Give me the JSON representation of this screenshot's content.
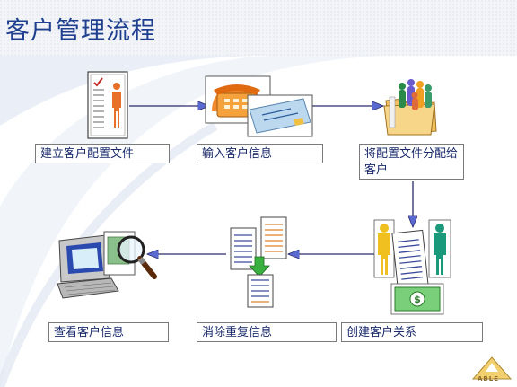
{
  "title": "客户管理流程",
  "steps": [
    {
      "label": "建立客户配置文件",
      "icon": "profile-document-icon"
    },
    {
      "label": "输入客户信息",
      "icon": "phone-and-card-icon"
    },
    {
      "label": "将配置文件分配给客户",
      "icon": "folder-people-icon"
    },
    {
      "label": "创建客户关系",
      "icon": "people-money-icon"
    },
    {
      "label": "消除重复信息",
      "icon": "duplicate-documents-icon"
    },
    {
      "label": "查看客户信息",
      "icon": "computer-magnifier-icon"
    }
  ],
  "logo_text": "ABLE",
  "colors": {
    "title": "#1f3f8f",
    "label_text": "#1a2a6c",
    "arrow": "#2a2a6a"
  }
}
